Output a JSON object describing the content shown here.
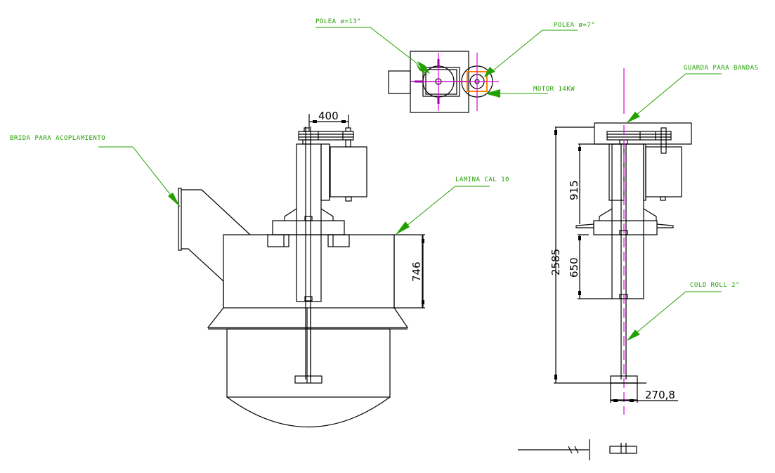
{
  "drawing": {
    "colors": {
      "line": "#000000",
      "annotation": "#22a000",
      "centerline": "#e000e0",
      "motor_outline": "#ff8000",
      "background": "#ffffff"
    },
    "labels": {
      "polea_13": "POLEA ø=13\"",
      "polea_7": "POLEA ø=7\"",
      "motor": "MOTOR 14KW",
      "guarda": "GUARDA PARA BANDAS",
      "brida": "BRIDA PARA ACOPLAMIENTO",
      "lamina": "LAMINA CAL 10",
      "cold_roll": "COLD ROLL 2\""
    },
    "dimensions": {
      "pulley_spacing": "400",
      "tank_height": "746",
      "overall_height": "2585",
      "upper_height": "915",
      "lower_height": "650",
      "impeller_width": "270,8"
    },
    "views": [
      "top-view",
      "front-view",
      "side-view",
      "detail-symbol"
    ]
  }
}
